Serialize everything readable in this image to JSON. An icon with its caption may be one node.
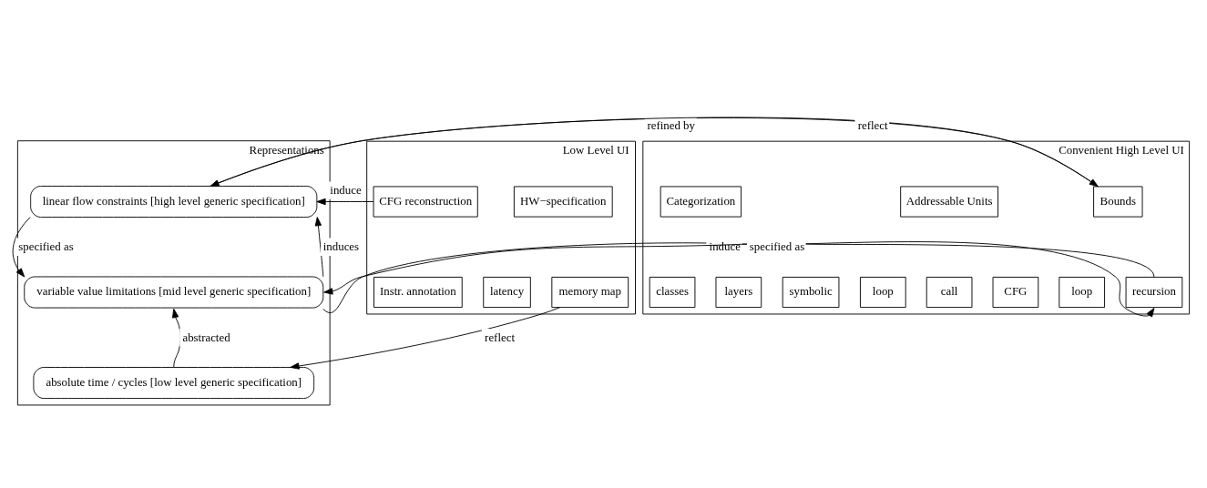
{
  "diagram": {
    "nodes": [
      {
        "text": [
          "Representations"
        ]
      },
      {
        "text": [
          "linear flow constraints [high level generic specification]"
        ],
        "in": 0
      },
      {
        "text": [
          "variable value limitations [mid level generic specification]"
        ],
        "in": 0
      },
      {
        "text": [
          "absolute time / cycles [low level generic specification]"
        ],
        "in": 0
      },
      {
        "text": [
          "Convenient High Level UI"
        ]
      },
      {
        "text": [
          "Bounds"
        ],
        "in": 4
      },
      {
        "text": [
          "Addressable Units"
        ],
        "in": 4
      },
      {
        "text": [
          "Categorization"
        ],
        "in": 4
      },
      {
        "text": [
          "loop"
        ],
        "in": 4
      },
      {
        "text": [
          "recursion"
        ],
        "in": 4
      },
      {
        "text": [
          "loop"
        ],
        "in": 4
      },
      {
        "text": [
          "call"
        ],
        "in": 4
      },
      {
        "text": [
          "CFG"
        ],
        "in": 4
      },
      {
        "text": [
          "classes"
        ],
        "in": 4
      },
      {
        "text": [
          "layers"
        ],
        "in": 4
      },
      {
        "text": [
          "symbolic"
        ],
        "in": 4
      },
      {
        "text": [
          "Low Level UI"
        ]
      },
      {
        "text": [
          "HW−specification"
        ],
        "in": 16
      },
      {
        "text": [
          "CFG reconstruction"
        ],
        "in": 16
      },
      {
        "text": [
          "latency"
        ],
        "in": 16
      },
      {
        "text": [
          "memory map"
        ],
        "in": 16
      },
      {
        "text": [
          "Instr. annotation"
        ],
        "in": 16
      }
    ],
    "edges": [
      {
        "from": 5,
        "to": 1,
        "arrow": "to",
        "label": "reflect"
      },
      {
        "from": 1,
        "to": 5,
        "arrow": "to",
        "label": "refined by"
      },
      {
        "from": 1,
        "to": 2,
        "arrow": "to",
        "label": "specified as"
      },
      {
        "from": 2,
        "to": 1,
        "arrow": "to",
        "label": "induces"
      },
      {
        "from": 9,
        "to": 2,
        "arrow": "to",
        "label": "specified as"
      },
      {
        "from": 2,
        "to": 9,
        "arrow": "to",
        "label": "induce"
      },
      {
        "from": 18,
        "to": 1,
        "arrow": "to",
        "label": "induce"
      },
      {
        "from": 3,
        "to": 2,
        "arrow": "to",
        "label": "abstracted"
      },
      {
        "from": 20,
        "to": 3,
        "arrow": "to",
        "label": "reflect"
      }
    ]
  }
}
